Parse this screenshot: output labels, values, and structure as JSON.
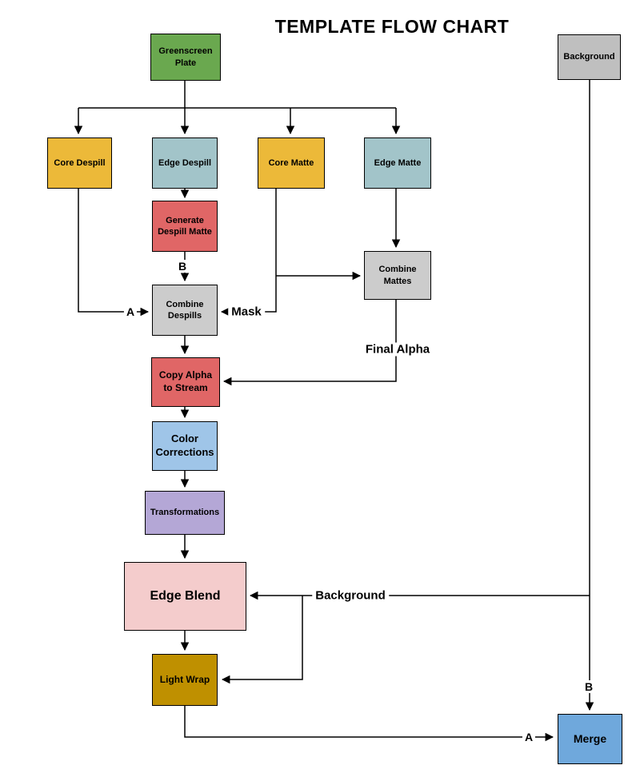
{
  "title": "TEMPLATE FLOW CHART",
  "palette": {
    "greenscreen_green": "#6aa84f",
    "background_gray": "#bfbfbf",
    "combine_gray": "#cccccc",
    "despill_yellow": "#ecb939",
    "matte_teal": "#a2c4c9",
    "alpha_red": "#e06666",
    "corrections_blue": "#9fc5e8",
    "transform_purple": "#b4a7d6",
    "edgeblend_pink": "#f4cccc",
    "lightwrap_olive": "#bf9000",
    "merge_blue": "#6fa8dc",
    "line_black": "#000000"
  },
  "nodes": {
    "greenscreen_plate": {
      "label": "Greenscreen Plate"
    },
    "background_source": {
      "label": "Background"
    },
    "core_despill": {
      "label": "Core Despill"
    },
    "edge_despill": {
      "label": "Edge Despill"
    },
    "core_matte": {
      "label": "Core Matte"
    },
    "edge_matte": {
      "label": "Edge Matte"
    },
    "generate_despill_matte": {
      "label": "Generate Despill Matte"
    },
    "combine_mattes": {
      "label": "Combine Mattes"
    },
    "combine_despills": {
      "label": "Combine Despills"
    },
    "copy_alpha_to_stream": {
      "label": "Copy Alpha to Stream"
    },
    "color_corrections": {
      "label": "Color Corrections"
    },
    "transformations": {
      "label": "Transformations"
    },
    "edge_blend": {
      "label": "Edge Blend"
    },
    "light_wrap": {
      "label": "Light Wrap"
    },
    "merge": {
      "label": "Merge"
    }
  },
  "edge_labels": {
    "b_despill": "B",
    "a_despill": "A",
    "mask": "Mask",
    "final_alpha": "Final Alpha",
    "background_feed": "Background",
    "b_merge": "B",
    "a_merge": "A"
  }
}
